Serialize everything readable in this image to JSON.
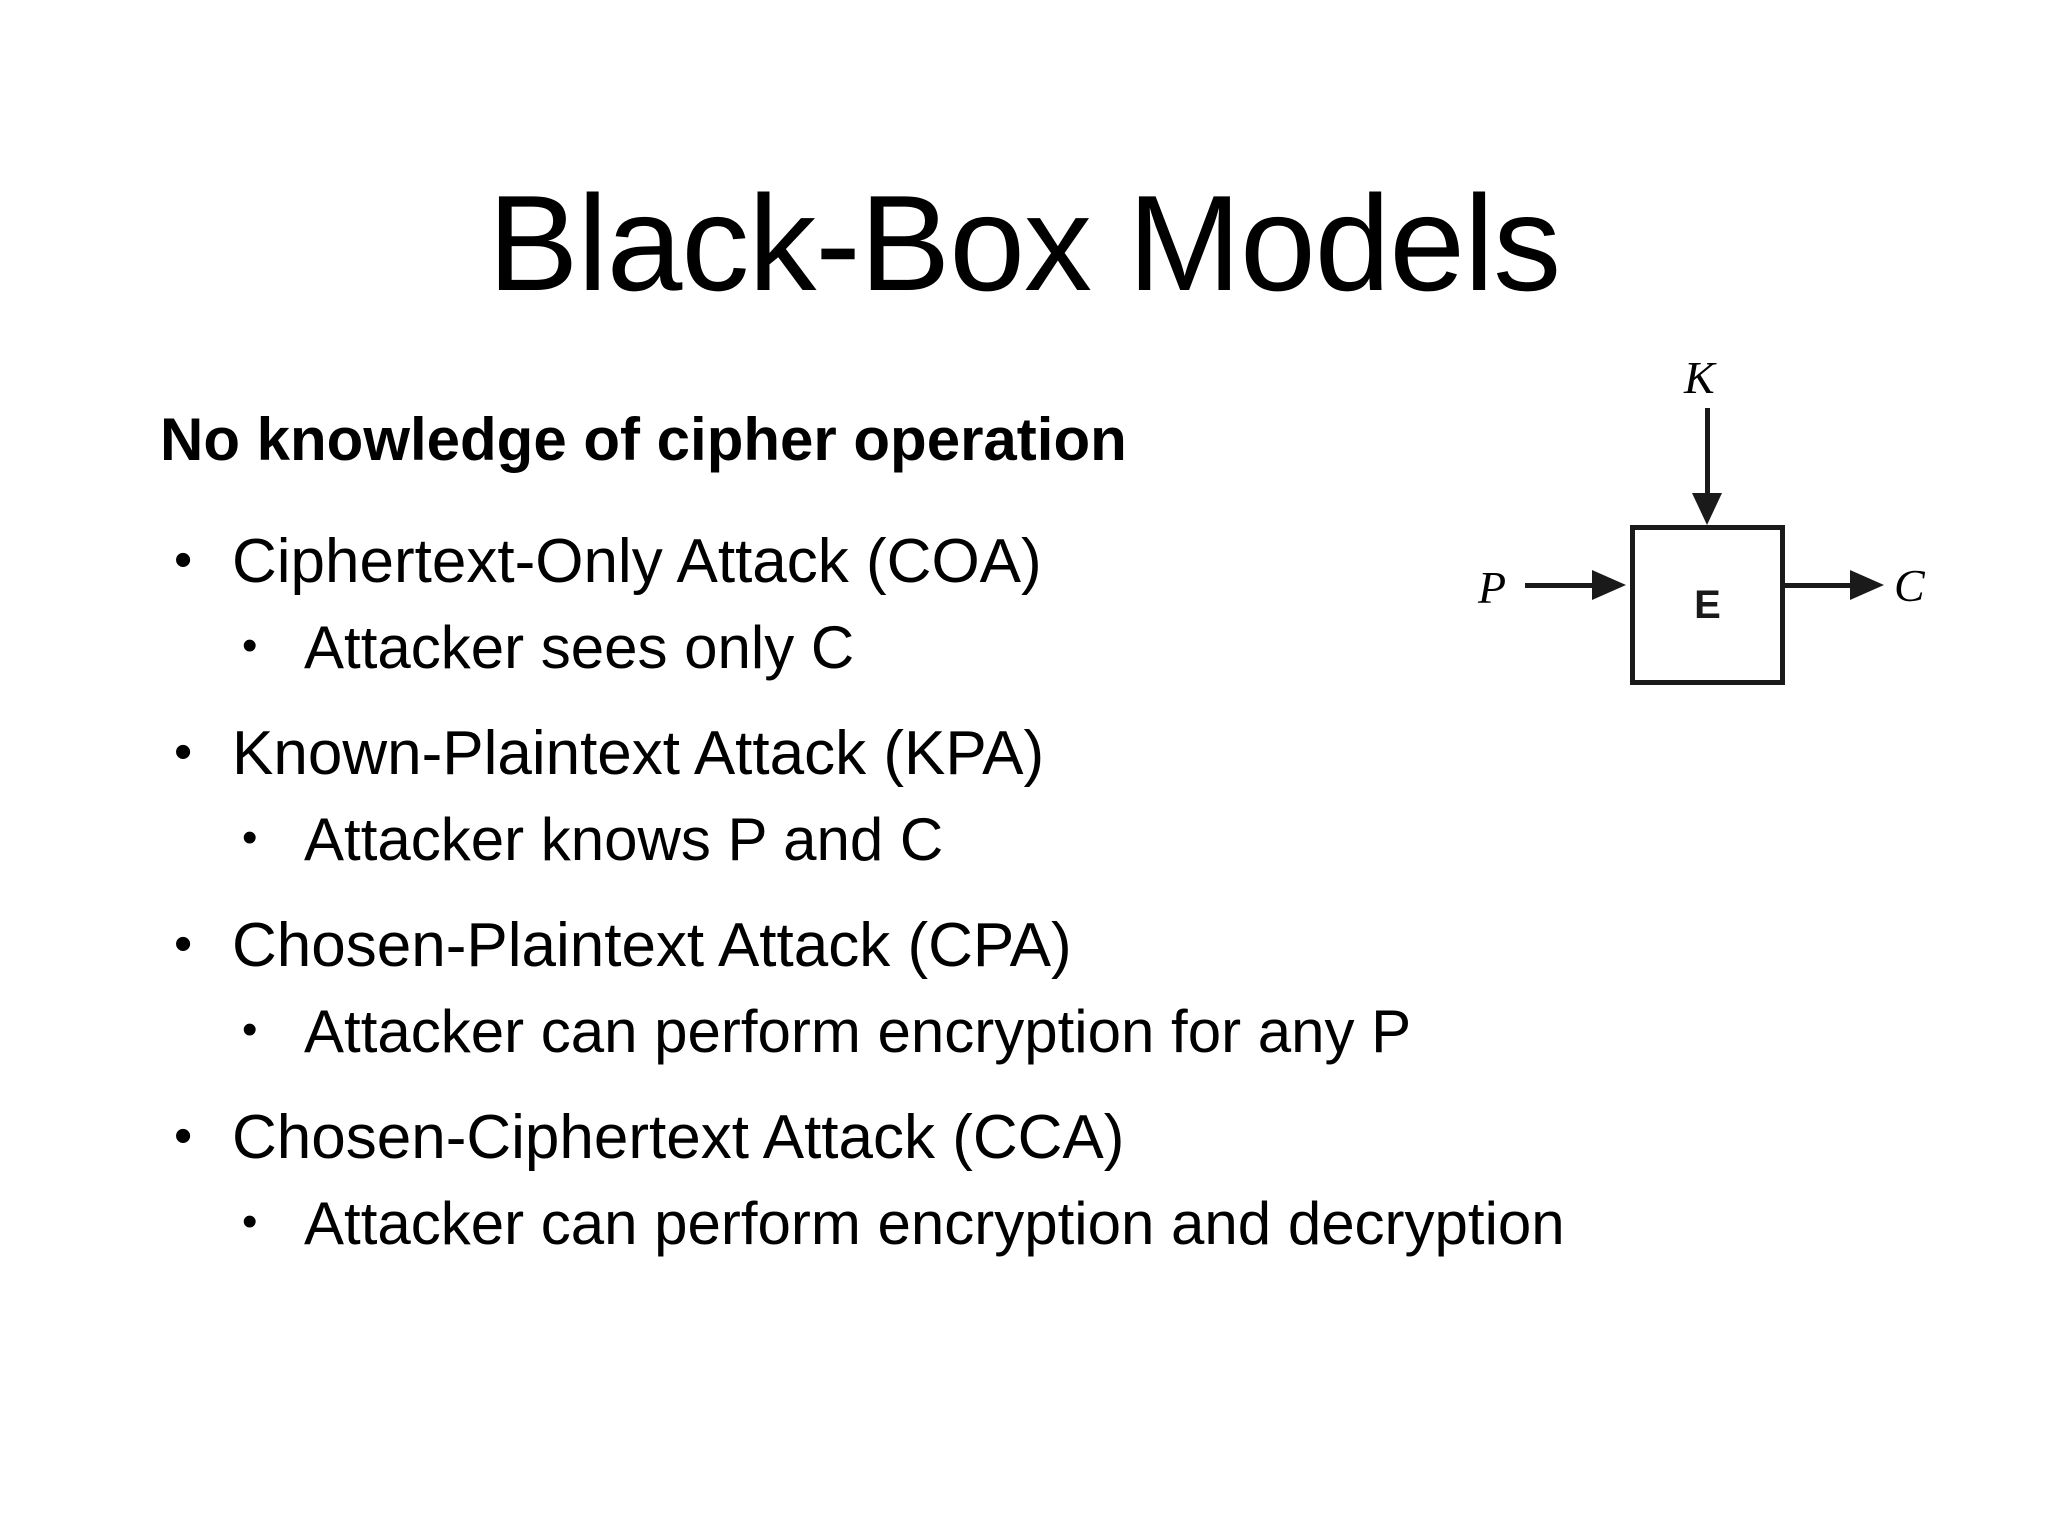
{
  "slide": {
    "title": "Black-Box Models",
    "lead": "No knowledge of cipher operation",
    "bullets": [
      {
        "label": "Ciphertext-Only Attack (COA)",
        "marker": "•",
        "sub": [
          {
            "label": "Attacker sees only C",
            "marker": "•"
          }
        ]
      },
      {
        "label": "Known-Plaintext Attack (KPA)",
        "marker": "•",
        "sub": [
          {
            "label": "Attacker knows P and C",
            "marker": "•"
          }
        ]
      },
      {
        "label": "Chosen-Plaintext Attack (CPA)",
        "marker": "•",
        "sub": [
          {
            "label": "Attacker can perform encryption for any P",
            "marker": "•"
          }
        ]
      },
      {
        "label": "Chosen-Ciphertext Attack (CCA)",
        "marker": "•",
        "sub": [
          {
            "label": "Attacker can perform encryption and decryption",
            "marker": "•"
          }
        ]
      }
    ]
  },
  "diagram": {
    "key_label": "K",
    "plaintext_label": "P",
    "ciphertext_label": "C",
    "block_label": "E"
  },
  "colors": {
    "background": "#ffffff",
    "text": "#000000",
    "diagram_stroke": "#1a1a1a"
  }
}
